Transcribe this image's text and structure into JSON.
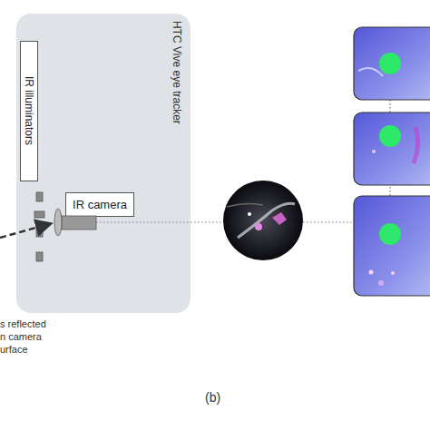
{
  "diagram": {
    "caption": "(b)",
    "nodes": [
      {
        "text": [
          "HTC Vive eye tracker"
        ]
      },
      {
        "text": [
          "IR illuminators"
        ],
        "in": 0
      },
      {
        "text": [
          "IR camera"
        ],
        "in": 0
      }
    ],
    "labels": [
      "s reflected",
      "n camera",
      "urface"
    ]
  }
}
